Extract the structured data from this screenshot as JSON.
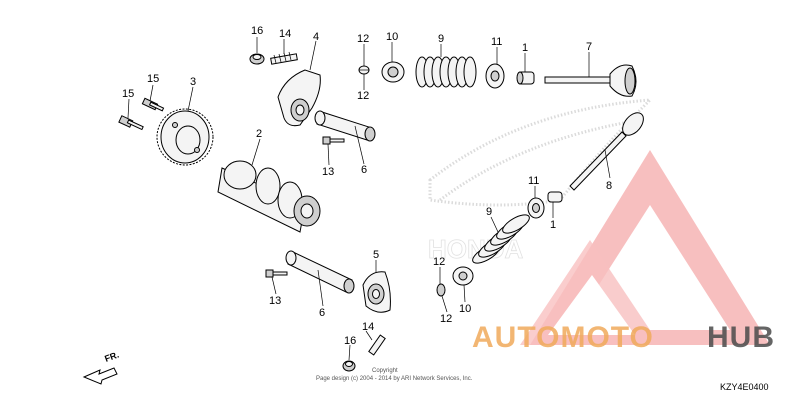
{
  "callouts": {
    "c16a": "16",
    "c14a": "14",
    "c4": "4",
    "c12a": "12",
    "c12b": "12",
    "c10a": "10",
    "c9a": "9",
    "c11a": "11",
    "c1a": "1",
    "c7": "7",
    "c15a": "15",
    "c15b": "15",
    "c3": "3",
    "c2": "2",
    "c13a": "13",
    "c6a": "6",
    "c8": "8",
    "c11b": "11",
    "c1b": "1",
    "c9b": "9",
    "c5": "5",
    "c12c": "12",
    "c12d": "12",
    "c10b": "10",
    "c13b": "13",
    "c6b": "6",
    "c14b": "14",
    "c16b": "16"
  },
  "direction_label": "FR.",
  "diagram_code": "KZY4E0400",
  "copyright": {
    "line1": "Copyright",
    "line2": "Page design (c) 2004 - 2014 by ARI Network Services, Inc."
  },
  "watermark": {
    "brand_left": "AUTOMOTO",
    "brand_right": "HUB",
    "wordmark": "HONDA",
    "color_left": "#f0a95a",
    "color_right": "#4a4a4a",
    "triangle_color": "#f28c8c"
  }
}
